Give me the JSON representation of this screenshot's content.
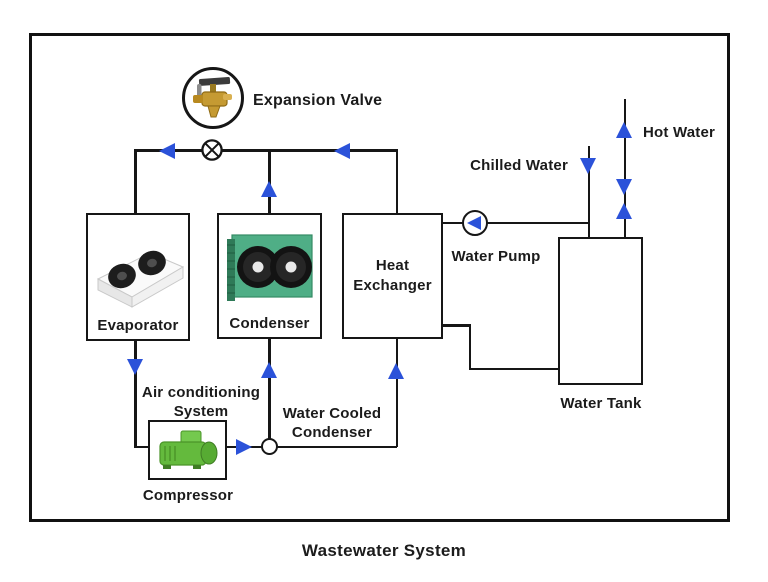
{
  "diagram": {
    "caption": "Wastewater System",
    "labels": {
      "expansion_valve": "Expansion Valve",
      "evaporator": "Evaporator",
      "condenser": "Condenser",
      "heat_exchanger": "Heat\nExchanger",
      "air_conditioning": "Air conditioning\nSystem",
      "compressor": "Compressor",
      "water_cooled_condenser": "Water Cooled\nCondenser",
      "water_pump": "Water Pump",
      "water_tank": "Water Tank",
      "chilled_water": "Chilled Water",
      "hot_water": "Hot Water"
    },
    "colors": {
      "line": "#161616",
      "flow_arrow": "#2b52d9",
      "condenser_body": "#4fae86",
      "compressor_body": "#64ba3d",
      "valve_brass": "#c59a32"
    }
  }
}
